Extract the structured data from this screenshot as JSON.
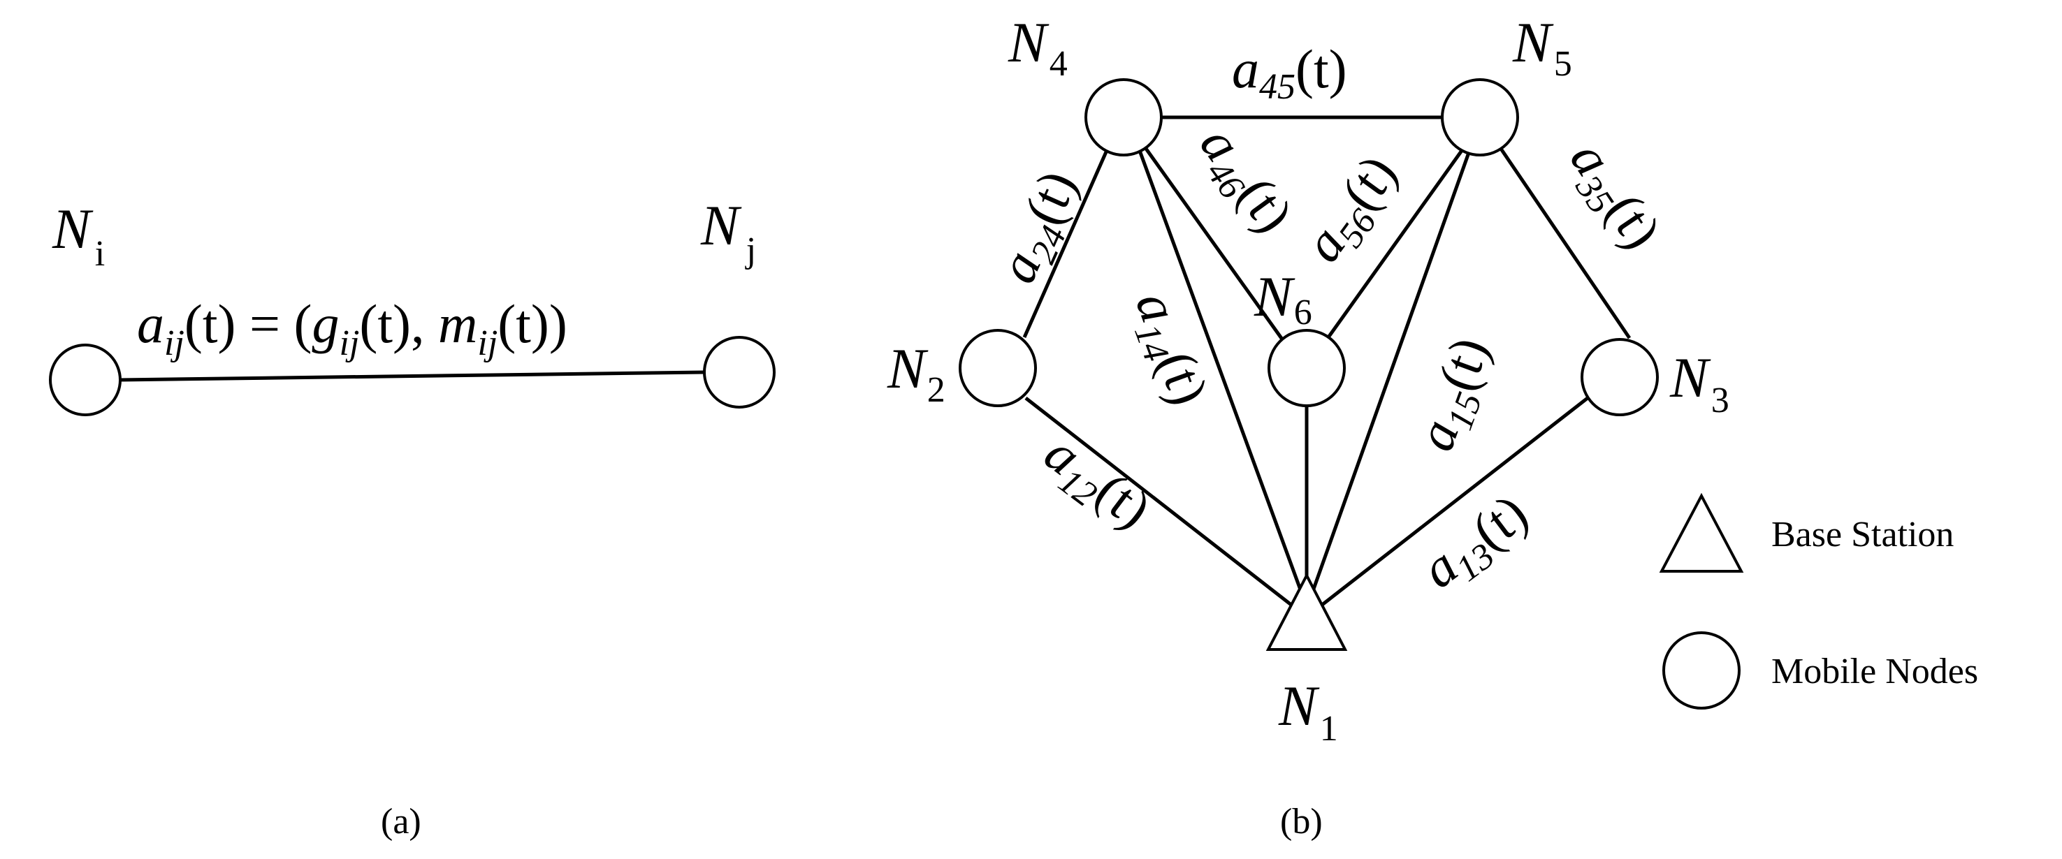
{
  "panel_a": {
    "node_i_label": "N",
    "node_i_sub": "i",
    "node_j_label": "N",
    "node_j_sub": "j",
    "edge_formula": {
      "a": "a",
      "a_sub": "ij",
      "mid1": "(t) = (",
      "g": "g",
      "g_sub": "ij",
      "mid2": "(t), ",
      "m": "m",
      "m_sub": "ij",
      "end": "(t))"
    },
    "caption": "(a)"
  },
  "panel_b": {
    "nodes": {
      "n1": {
        "label": "N",
        "sub": "1"
      },
      "n2": {
        "label": "N",
        "sub": "2"
      },
      "n3": {
        "label": "N",
        "sub": "3"
      },
      "n4": {
        "label": "N",
        "sub": "4"
      },
      "n5": {
        "label": "N",
        "sub": "5"
      },
      "n6": {
        "label": "N",
        "sub": "6"
      }
    },
    "edges": {
      "e45": {
        "a": "a",
        "sub": "45",
        "t": "(t)"
      },
      "e24": {
        "a": "a",
        "sub": "24",
        "t": "(t)"
      },
      "e46": {
        "a": "a",
        "sub": "46",
        "t": "(t)"
      },
      "e56": {
        "a": "a",
        "sub": "56",
        "t": "(t)"
      },
      "e35": {
        "a": "a",
        "sub": "35",
        "t": "(t)"
      },
      "e14": {
        "a": "a",
        "sub": "14",
        "t": "(t)"
      },
      "e15": {
        "a": "a",
        "sub": "15",
        "t": "(t)"
      },
      "e12": {
        "a": "a",
        "sub": "12",
        "t": "(t)"
      },
      "e13": {
        "a": "a",
        "sub": "13",
        "t": "(t)"
      }
    },
    "caption": "(b)"
  },
  "legend": {
    "base_station": "Base Station",
    "mobile_nodes": "Mobile Nodes"
  }
}
